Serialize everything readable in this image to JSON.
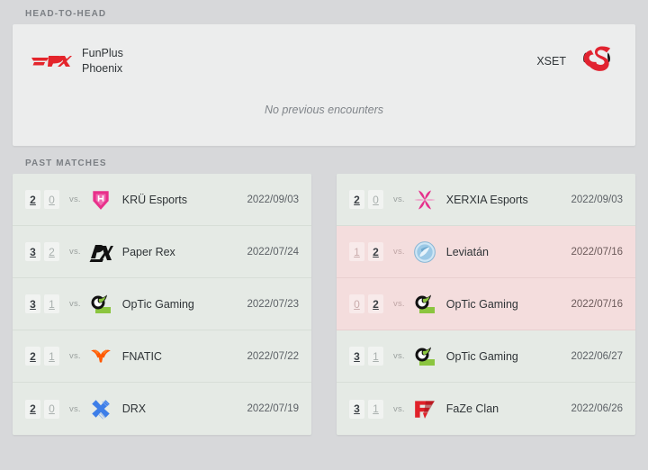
{
  "sections": {
    "head_to_head_title": "HEAD-TO-HEAD",
    "past_matches_title": "PAST MATCHES"
  },
  "head_to_head": {
    "team_left": {
      "name": "FunPlus Phoenix",
      "logo": "fpx-logo",
      "color": "#e4242b"
    },
    "team_right": {
      "name": "XSET",
      "logo": "xset-logo",
      "color": "#e12330"
    },
    "empty_message": "No previous encounters"
  },
  "past_matches": {
    "left_column": [
      {
        "score_own": "2",
        "score_opp": "0",
        "result": "win",
        "vs": "vs.",
        "opponent": "KRÜ Esports",
        "logo": "kru-logo",
        "date": "2022/09/03"
      },
      {
        "score_own": "3",
        "score_opp": "2",
        "result": "win",
        "vs": "vs.",
        "opponent": "Paper Rex",
        "logo": "prx-logo",
        "date": "2022/07/24"
      },
      {
        "score_own": "3",
        "score_opp": "1",
        "result": "win",
        "vs": "vs.",
        "opponent": "OpTic Gaming",
        "logo": "optic-logo",
        "date": "2022/07/23"
      },
      {
        "score_own": "2",
        "score_opp": "1",
        "result": "win",
        "vs": "vs.",
        "opponent": "FNATIC",
        "logo": "fnatic-logo",
        "date": "2022/07/22"
      },
      {
        "score_own": "2",
        "score_opp": "0",
        "result": "win",
        "vs": "vs.",
        "opponent": "DRX",
        "logo": "drx-logo",
        "date": "2022/07/19"
      }
    ],
    "right_column": [
      {
        "score_own": "2",
        "score_opp": "0",
        "result": "win",
        "vs": "vs.",
        "opponent": "XERXIA Esports",
        "logo": "xerxia-logo",
        "date": "2022/09/03"
      },
      {
        "score_own": "1",
        "score_opp": "2",
        "result": "loss",
        "vs": "vs.",
        "opponent": "Leviatán",
        "logo": "leviatan-logo",
        "date": "2022/07/16"
      },
      {
        "score_own": "0",
        "score_opp": "2",
        "result": "loss",
        "vs": "vs.",
        "opponent": "OpTic Gaming",
        "logo": "optic-logo",
        "date": "2022/07/16"
      },
      {
        "score_own": "3",
        "score_opp": "1",
        "result": "win",
        "vs": "vs.",
        "opponent": "OpTic Gaming",
        "logo": "optic-logo",
        "date": "2022/06/27"
      },
      {
        "score_own": "3",
        "score_opp": "1",
        "result": "win",
        "vs": "vs.",
        "opponent": "FaZe Clan",
        "logo": "faze-logo",
        "date": "2022/06/26"
      }
    ]
  },
  "colors": {
    "page_background": "#d7d8da",
    "card_background": "#eceded",
    "win_row": "#e5eae5",
    "loss_row": "#f4dddd"
  }
}
